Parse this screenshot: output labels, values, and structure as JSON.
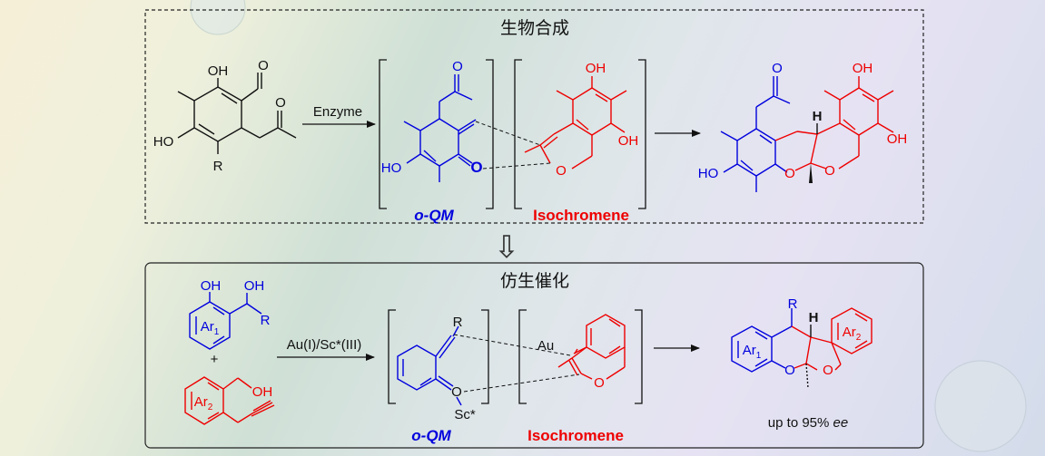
{
  "top_panel": {
    "title": "生物合成",
    "reactant": {
      "oh": "OH",
      "ho": "HO",
      "r": "R",
      "o_ald": "O",
      "o_ket": "O"
    },
    "arrow_label": "Enzyme",
    "oqm": {
      "o_ket": "O",
      "ho": "HO",
      "o": "O",
      "caption": "o-QM"
    },
    "iso": {
      "oh_top": "OH",
      "oh_bot": "OH",
      "o_ring": "O",
      "caption": "Isochromene"
    },
    "product": {
      "o_ket": "O",
      "oh_top": "OH",
      "oh_right": "OH",
      "ho": "HO",
      "h": "H",
      "o1": "O",
      "o2": "O"
    }
  },
  "down_arrow": "⇩",
  "bottom_panel": {
    "title": "仿生催化",
    "reactant1": {
      "oh1": "OH",
      "oh2": "OH",
      "r": "R",
      "ar": "Ar",
      "ar_sub": "1"
    },
    "plus": "+",
    "reactant2": {
      "oh": "OH",
      "ar": "Ar",
      "ar_sub": "2"
    },
    "arrow_label": "Au(I)/Sc*(III)",
    "oqm": {
      "r": "R",
      "o": "O",
      "sc": "Sc*",
      "caption": "o-QM"
    },
    "iso": {
      "au": "Au",
      "o_ring": "O",
      "caption": "Isochromene"
    },
    "product": {
      "r": "R",
      "h": "H",
      "ar1": "Ar",
      "ar1_sub": "1",
      "ar2": "Ar",
      "ar2_sub": "2",
      "o1": "O",
      "o2": "O"
    },
    "result_prefix": "up to 95% ",
    "result_ee": "ee"
  },
  "colors": {
    "blue": "#0000dd",
    "red": "#ee0000",
    "black": "#111111"
  }
}
